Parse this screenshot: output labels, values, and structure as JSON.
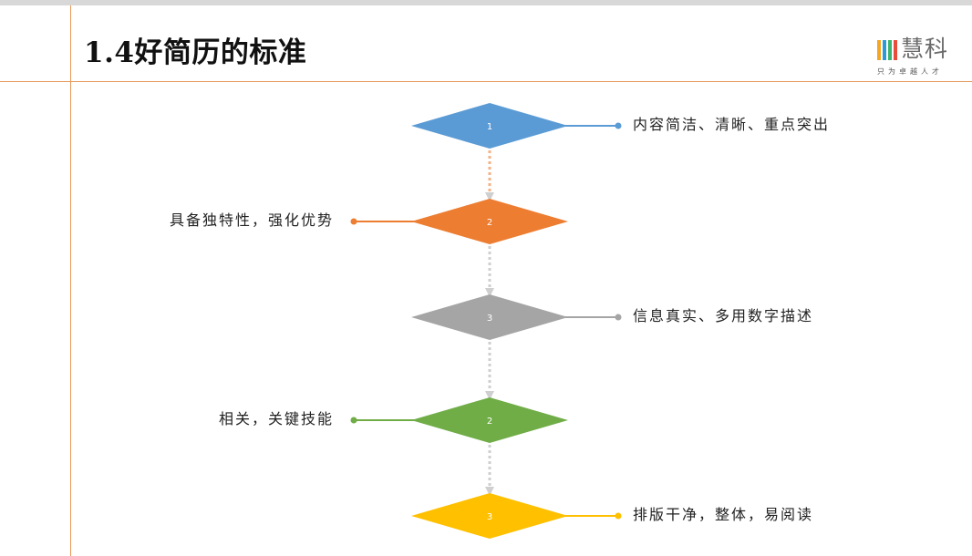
{
  "title": "1.4好简历的标准",
  "logo": {
    "name": "慧科",
    "slogan": "只为卓越人才",
    "colors": [
      "#f5a623",
      "#2b9ad6",
      "#3cb371",
      "#e74c3c"
    ]
  },
  "colors": {
    "accent_line": "#e69a5c",
    "connector": "#cfcfcf"
  },
  "steps": [
    {
      "number": "1",
      "text": "内容简洁、清晰、重点突出",
      "color": "#5b9bd5",
      "side": "right"
    },
    {
      "number": "2",
      "text": "具备独特性，强化优势",
      "color": "#ed7d31",
      "side": "left"
    },
    {
      "number": "3",
      "text": "信息真实、多用数字描述",
      "color": "#a5a5a5",
      "side": "right"
    },
    {
      "number": "2",
      "text": "相关，关键技能",
      "color": "#70ad47",
      "side": "left"
    },
    {
      "number": "3",
      "text": "排版干净，整体，易阅读",
      "color": "#ffc000",
      "side": "right"
    }
  ]
}
